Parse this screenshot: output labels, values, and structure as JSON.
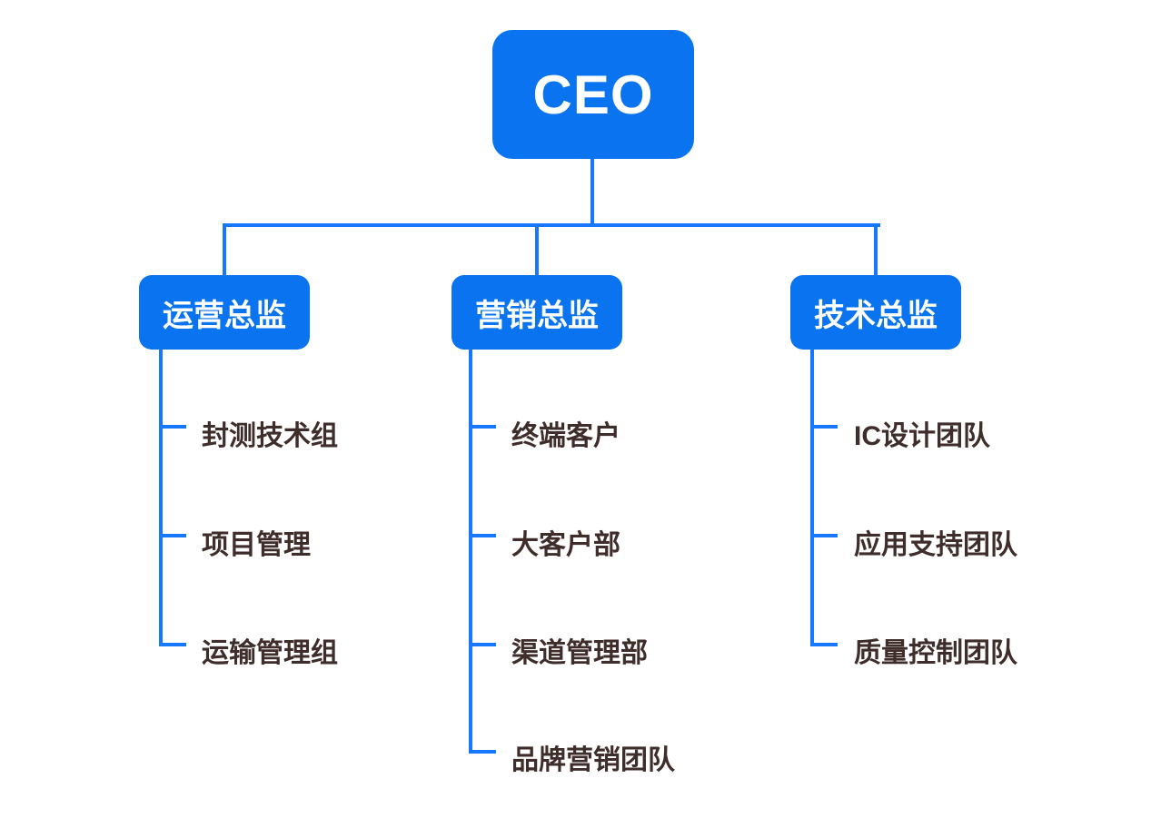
{
  "colors": {
    "node_fill": "#0a73f0",
    "connector": "#1677ff",
    "node_text": "#ffffff",
    "leaf_text": "#3e2d2a",
    "background": "#ffffff"
  },
  "org_chart": {
    "type": "org-tree",
    "root": {
      "label": "CEO"
    },
    "branches": [
      {
        "label": "运营总监",
        "children": [
          "封测技术组",
          "项目管理",
          "运输管理组"
        ]
      },
      {
        "label": "营销总监",
        "children": [
          "终端客户",
          "大客户部",
          "渠道管理部",
          "品牌营销团队"
        ]
      },
      {
        "label": "技术总监",
        "children": [
          "IC设计团队",
          "应用支持团队",
          "质量控制团队"
        ]
      }
    ]
  }
}
